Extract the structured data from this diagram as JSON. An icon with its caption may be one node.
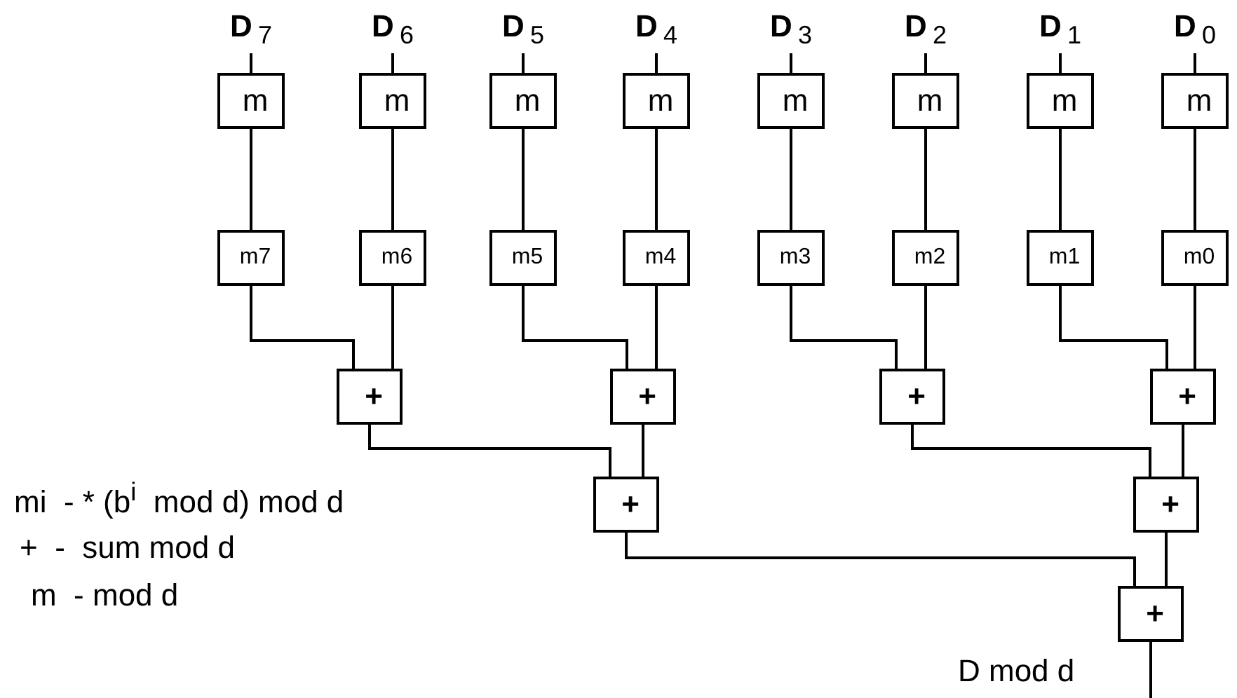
{
  "diagram": {
    "nodes": [
      {
        "text": [
          "**D**$_{7}$"
        ]
      },
      {
        "text": [
          "**D**$_{6}$"
        ]
      },
      {
        "text": [
          "**D**$_{5}$"
        ]
      },
      {
        "text": [
          "**D**$_{4}$"
        ]
      },
      {
        "text": [
          "**D**$_{3}$"
        ]
      },
      {
        "text": [
          "**D**$_{2}$"
        ]
      },
      {
        "text": [
          "**D**$_{1}$"
        ]
      },
      {
        "text": [
          "**D**$_{0}$"
        ]
      },
      {
        "text": [
          "m"
        ]
      },
      {
        "text": [
          "m"
        ]
      },
      {
        "text": [
          "m"
        ]
      },
      {
        "text": [
          "m"
        ]
      },
      {
        "text": [
          "m"
        ]
      },
      {
        "text": [
          "m"
        ]
      },
      {
        "text": [
          "m"
        ]
      },
      {
        "text": [
          "m"
        ]
      },
      {
        "text": [
          "m7"
        ]
      },
      {
        "text": [
          "m6"
        ]
      },
      {
        "text": [
          "m5"
        ]
      },
      {
        "text": [
          "m4"
        ]
      },
      {
        "text": [
          "m3"
        ]
      },
      {
        "text": [
          "m2"
        ]
      },
      {
        "text": [
          "m1"
        ]
      },
      {
        "text": [
          "m0"
        ]
      },
      {
        "text": [
          "+"
        ]
      },
      {
        "text": [
          "+"
        ]
      },
      {
        "text": [
          "+"
        ]
      },
      {
        "text": [
          "+"
        ]
      },
      {
        "text": [
          "+"
        ]
      },
      {
        "text": [
          "+"
        ]
      },
      {
        "text": [
          "+"
        ]
      }
    ],
    "edges": [
      {
        "from": 0,
        "to": 8,
        "arrow": "none"
      },
      {
        "from": 1,
        "to": 9,
        "arrow": "none"
      },
      {
        "from": 2,
        "to": 10,
        "arrow": "none"
      },
      {
        "from": 3,
        "to": 11,
        "arrow": "none"
      },
      {
        "from": 4,
        "to": 12,
        "arrow": "none"
      },
      {
        "from": 5,
        "to": 13,
        "arrow": "none"
      },
      {
        "from": 6,
        "to": 14,
        "arrow": "none"
      },
      {
        "from": 7,
        "to": 15,
        "arrow": "none"
      },
      {
        "from": 8,
        "to": 16,
        "arrow": "none"
      },
      {
        "from": 9,
        "to": 17,
        "arrow": "none"
      },
      {
        "from": 10,
        "to": 18,
        "arrow": "none"
      },
      {
        "from": 11,
        "to": 19,
        "arrow": "none"
      },
      {
        "from": 12,
        "to": 20,
        "arrow": "none"
      },
      {
        "from": 13,
        "to": 21,
        "arrow": "none"
      },
      {
        "from": 14,
        "to": 22,
        "arrow": "none"
      },
      {
        "from": 15,
        "to": 23,
        "arrow": "none"
      },
      {
        "from": 16,
        "to": 24,
        "arrow": "none"
      },
      {
        "from": 17,
        "to": 24,
        "arrow": "none"
      },
      {
        "from": 18,
        "to": 25,
        "arrow": "none"
      },
      {
        "from": 19,
        "to": 25,
        "arrow": "none"
      },
      {
        "from": 20,
        "to": 26,
        "arrow": "none"
      },
      {
        "from": 21,
        "to": 26,
        "arrow": "none"
      },
      {
        "from": 22,
        "to": 27,
        "arrow": "none"
      },
      {
        "from": 23,
        "to": 27,
        "arrow": "none"
      },
      {
        "from": 24,
        "to": 28,
        "arrow": "none"
      },
      {
        "from": 25,
        "to": 28,
        "arrow": "none"
      },
      {
        "from": 26,
        "to": 29,
        "arrow": "none"
      },
      {
        "from": 27,
        "to": 29,
        "arrow": "none"
      },
      {
        "from": 28,
        "to": 30,
        "arrow": "none"
      },
      {
        "from": 29,
        "to": 30,
        "arrow": "none"
      },
      {
        "from": 30,
        "to": null,
        "arrow": "none"
      }
    ],
    "labels": [
      "mi  - * (b$^{i}$  mod d) mod d",
      "+  -  sum mod d",
      "m  - mod d",
      "D mod d"
    ]
  }
}
